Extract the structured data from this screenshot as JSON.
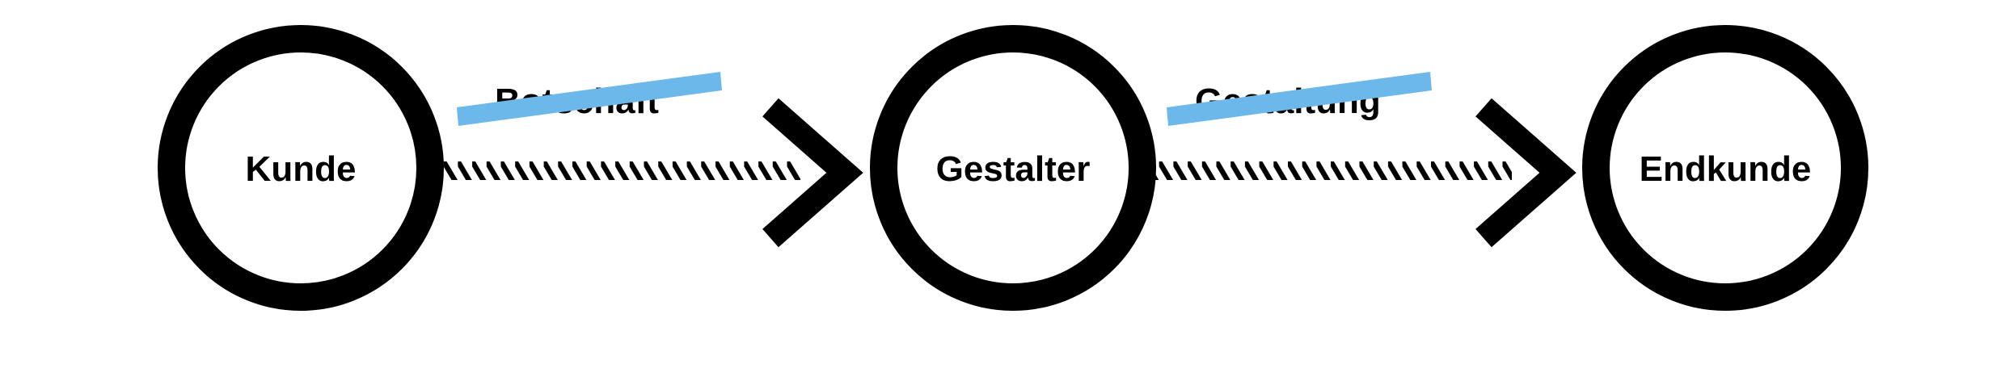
{
  "diagram": {
    "nodes": [
      {
        "id": "kunde",
        "label": "Kunde"
      },
      {
        "id": "gestalter",
        "label": "Gestalter"
      },
      {
        "id": "endkunde",
        "label": "Endkunde"
      }
    ],
    "edges": [
      {
        "from": "kunde",
        "to": "gestalter",
        "label": "Botschaft"
      },
      {
        "from": "gestalter",
        "to": "endkunde",
        "label": "Gestaltung"
      }
    ],
    "colors": {
      "ink": "#000000",
      "highlight": "#6cb8ea",
      "background": "#ffffff"
    }
  }
}
